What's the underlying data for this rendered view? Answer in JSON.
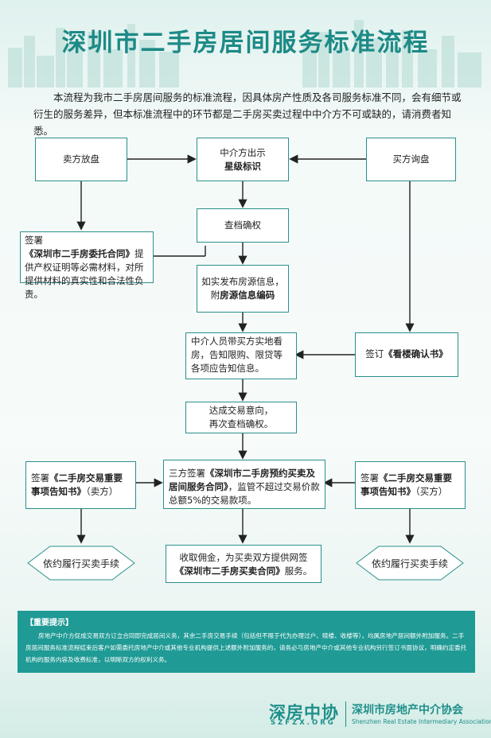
{
  "title": "深圳市二手房居间服务标准流程",
  "intro": "本流程为我市二手房居间服务的标准流程，因具体房产性质及各司服务标准不同，会有细节或衍生的服务差异，但本标准流程中的环节都是二手房买卖过程中中介方不可或缺的，请消费者知悉。",
  "nodes": {
    "seller_list": "卖方放盘",
    "agent_star_line1": "中介方出示",
    "agent_star_line2": "星级标识",
    "buyer_inquiry": "买方询盘",
    "sign_commission_prefix": "签署",
    "sign_commission_bold": "《深圳市二手房委托合同》",
    "sign_commission_rest": "提供产权证明等必需材料，对所提供材料的真实性和合法性负责。",
    "check_title": "查档确权",
    "publish_line1": "如实发布房源信息，",
    "publish_prefix": "附",
    "publish_bold": "房源信息编码",
    "viewing": "中介人员带买方实地看房，告知限购、限贷等各项应告知信息。",
    "sign_viewing_prefix": "签订",
    "sign_viewing_bold": "《看楼确认书》",
    "intent_line1": "达成交易意向，",
    "intent_line2": "再次查档确权。",
    "seller_notice_prefix": "签署",
    "seller_notice_bold": "《二手房交易重要事项告知书》",
    "seller_notice_suffix": "（卖方）",
    "tripartite_prefix": "三方签署",
    "tripartite_bold": "《深圳市二手房预约买卖及居间服务合同》",
    "tripartite_rest": "，监管不超过交易价款总额5%的交易款项。",
    "buyer_notice_prefix": "签署",
    "buyer_notice_bold": "《二手房交易重要事项告知书》",
    "buyer_notice_suffix": "（买方）",
    "fulfill_left": "依约履行买卖手续",
    "commission_line1": "收取佣金，为买卖双方提供网签",
    "commission_bold": "《深圳市二手房买卖合同》",
    "commission_rest": "服务。",
    "fulfill_right": "依约履行买卖手续"
  },
  "notice": {
    "title": "【重要提示】",
    "p1": "房地产中介方促成交易双方订立合同即完成居间义务，其余二手房交易手续（包括但不限于代为办理过户、赎楼、收楼等），均属房地产居间额外附加服务。二手房居间服务标准流程结束后客户如需委托房地产中介或其他专业机构提供上述额外附加服务的，请务必与房地产中介或其他专业机构另行签订书面协议，明确约定委托机构的服务内容及收费标准，以明晰双方的权利义务。"
  },
  "logo": {
    "big": "深房中协",
    "small": "SZFZX.ORG",
    "cn": "深圳市房地产中介协会",
    "en": "Shenzhen Real Estate Intermediary Association"
  },
  "colors": {
    "accent": "#1d8a86",
    "border": "#2a8f8b",
    "notice_bg": "#1f9a95"
  }
}
